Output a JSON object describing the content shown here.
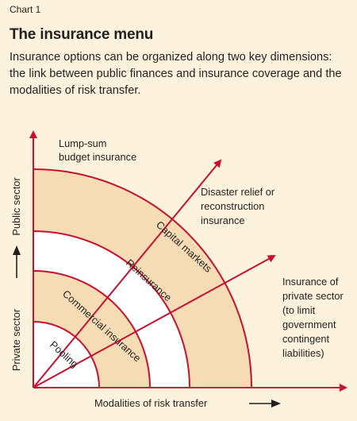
{
  "header": {
    "chart_label": "Chart 1",
    "title": "The insurance menu",
    "subtitle": "Insurance options can be organized along two key dimensions: the link between public finances and insurance coverage and the modalities of risk transfer."
  },
  "diagram": {
    "axes": {
      "x_label": "Modalities of risk transfer",
      "y_label_bottom": "Private sector",
      "y_label_top": "Public sector"
    },
    "rings": [
      "Pooling",
      "Commercial insurance",
      "Reinsurance",
      "Capital markets"
    ],
    "spoke_labels": {
      "top": [
        "Lump-sum",
        "budget insurance"
      ],
      "upper_right": [
        "Disaster relief or",
        "reconstruction",
        "insurance"
      ],
      "lower_right": [
        "Insurance of",
        "private sector",
        "(to limit",
        "government",
        "contingent",
        "liabilities)"
      ]
    },
    "colors": {
      "background": "#fdf3dc",
      "ring_fill": "#f6dcb4",
      "ring_white": "#ffffff",
      "line_red": "#c8102e",
      "text": "#231f20"
    }
  }
}
